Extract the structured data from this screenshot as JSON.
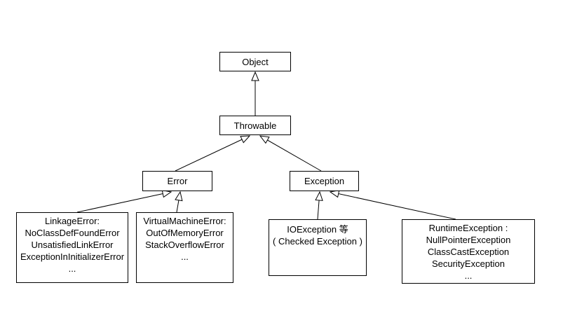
{
  "diagram": {
    "background_color": "#ffffff",
    "line_color": "#000000",
    "text_color": "#000000",
    "nodes": {
      "object": {
        "label": "Object"
      },
      "throwable": {
        "label": "Throwable"
      },
      "error": {
        "label": "Error"
      },
      "exception": {
        "label": "Exception"
      },
      "linkage_error": {
        "lines": [
          "LinkageError:",
          "NoClassDefFoundError",
          "UnsatisfiedLinkError",
          "ExceptionInInitializerError",
          "..."
        ]
      },
      "virtual_machine_error": {
        "lines": [
          "VirtualMachineError:",
          "OutOfMemoryError",
          "StackOverflowError",
          "..."
        ]
      },
      "io_exception": {
        "lines": [
          "IOException 等",
          "( Checked Exception )"
        ]
      },
      "runtime_exception": {
        "lines": [
          "RuntimeException :",
          "NullPointerException",
          "ClassCastException",
          "SecurityException",
          "..."
        ]
      }
    }
  }
}
